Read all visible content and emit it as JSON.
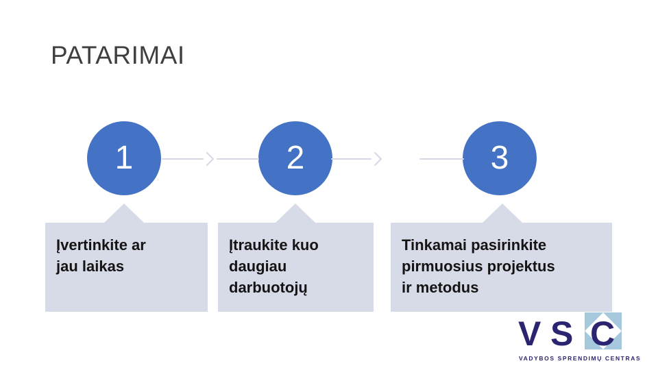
{
  "slide": {
    "title": "PATARIMAI",
    "steps": [
      {
        "number": "1",
        "label": "Įvertinkite ar\njau laikas"
      },
      {
        "number": "2",
        "label": "Įtraukite kuo\ndaugiau\ndarbuotojų"
      },
      {
        "number": "3",
        "label": "Tinkamai pasirinkite\npirmuosius projektus\nir metodus"
      }
    ],
    "logo": {
      "letters": {
        "v": "V",
        "s": "S",
        "c": "C"
      },
      "tagline": "VADYBOS SPRENDIMŲ CENTRAS"
    },
    "colors": {
      "step_circle_blue": "#4472C4",
      "callout_box_lavender": "#D7DAE7",
      "connector_gray": "#D6D9E5",
      "title_text": "#3F3F3F",
      "box_text": "#141414",
      "logo_navy": "#2B2470",
      "logo_light_blue": "#A5C8DC"
    }
  }
}
